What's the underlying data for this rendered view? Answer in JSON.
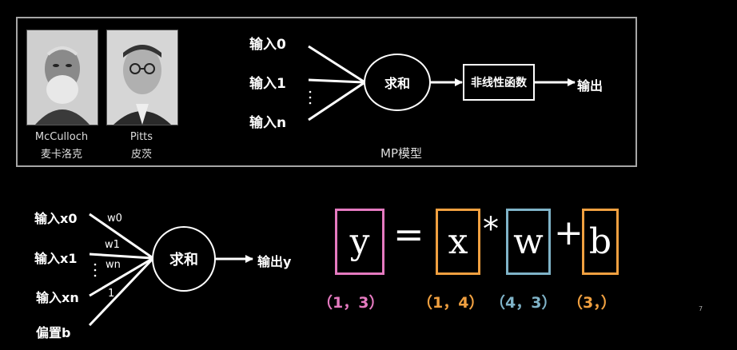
{
  "top_panel": {
    "mcculloch_name_en": "McCulloch",
    "mcculloch_name_cn": "麦卡洛克",
    "pitts_name_en": "Pitts",
    "pitts_name_cn": "皮茨",
    "inputs": [
      "输入0",
      "输入1",
      "输入n"
    ],
    "sum_label": "求和",
    "nonlinear_label": "非线性函数",
    "output_label": "输出",
    "model_caption": "MP模型"
  },
  "bottom_left": {
    "inputs": [
      "输入x0",
      "输入x1",
      "输入xn",
      "偏置b"
    ],
    "weights": [
      "w0",
      "w1",
      "wn",
      "1"
    ],
    "sum_label": "求和",
    "output_label": "输出y"
  },
  "equation": {
    "y": "y",
    "eq": "=",
    "x": "x",
    "mul": "*",
    "w": "w",
    "plus": "+",
    "b": "b",
    "shape_y": "（1，3）",
    "shape_x": "（1，4）",
    "shape_w": "（4，3）",
    "shape_b": "（3，）",
    "colors": {
      "pink": "#e57ac0",
      "orange": "#f0a040",
      "blue": "#7fb3c8"
    }
  },
  "page_number": "7"
}
